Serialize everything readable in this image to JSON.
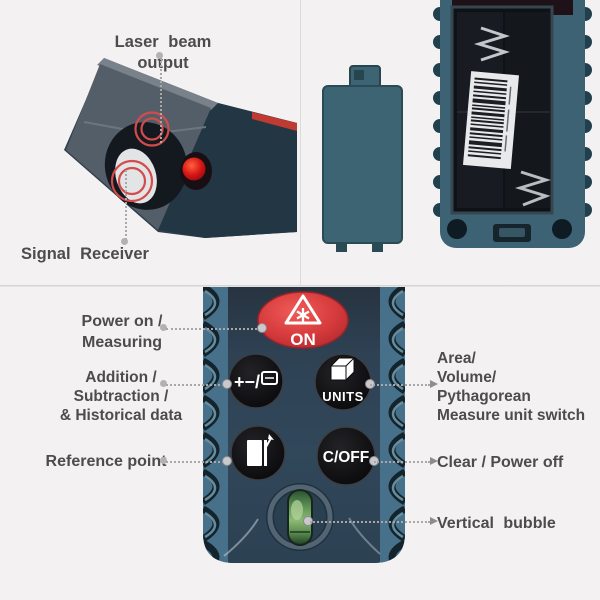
{
  "colors": {
    "background": "#f3f1f2",
    "divider": "#d6d4d5",
    "label_text": "#4c4c4c",
    "leader_gray": "#a8a8a8",
    "device_teal": "#3c6274",
    "device_face": "#2f4557",
    "grip_blue": "#47718a",
    "button_black": "#0c0c0e",
    "power_red": "#d63a3c",
    "laser_red": "#e01616",
    "bubble_green": "#6fa35c",
    "barcode_label": "#e8e9eb"
  },
  "top_left_panel": {
    "labels": {
      "laser_output": "Laser beam output",
      "signal_receiver": "Signal Receiver"
    }
  },
  "keypad_panel": {
    "buttons": {
      "power": "ON",
      "add_subtract": "+−/",
      "units": "UNITS",
      "clear": "C/OFF"
    },
    "annotations_left": [
      {
        "lines": [
          "Power on /",
          "Measuring"
        ]
      },
      {
        "lines": [
          "Addition /",
          "Subtraction /",
          "& Historical data"
        ]
      },
      {
        "lines": [
          "Reference point"
        ]
      }
    ],
    "annotations_right": [
      {
        "lines": [
          "Area/",
          "Volume/",
          "Pythagorean",
          "Measure unit switch"
        ]
      },
      {
        "lines": [
          "Clear / Power off"
        ]
      },
      {
        "lines": [
          "Vertical bubble"
        ]
      }
    ]
  },
  "icons": {
    "power_button": "laser-warning-triangle-icon",
    "units_button": "cube-icon",
    "add_subtract_button": "plus-minus-memory-icon",
    "reference_button": "reference-edge-icon",
    "bubble": "vertical-bubble-vial",
    "laser_dot": "laser-aperture",
    "receiver": "receiver-lens"
  }
}
